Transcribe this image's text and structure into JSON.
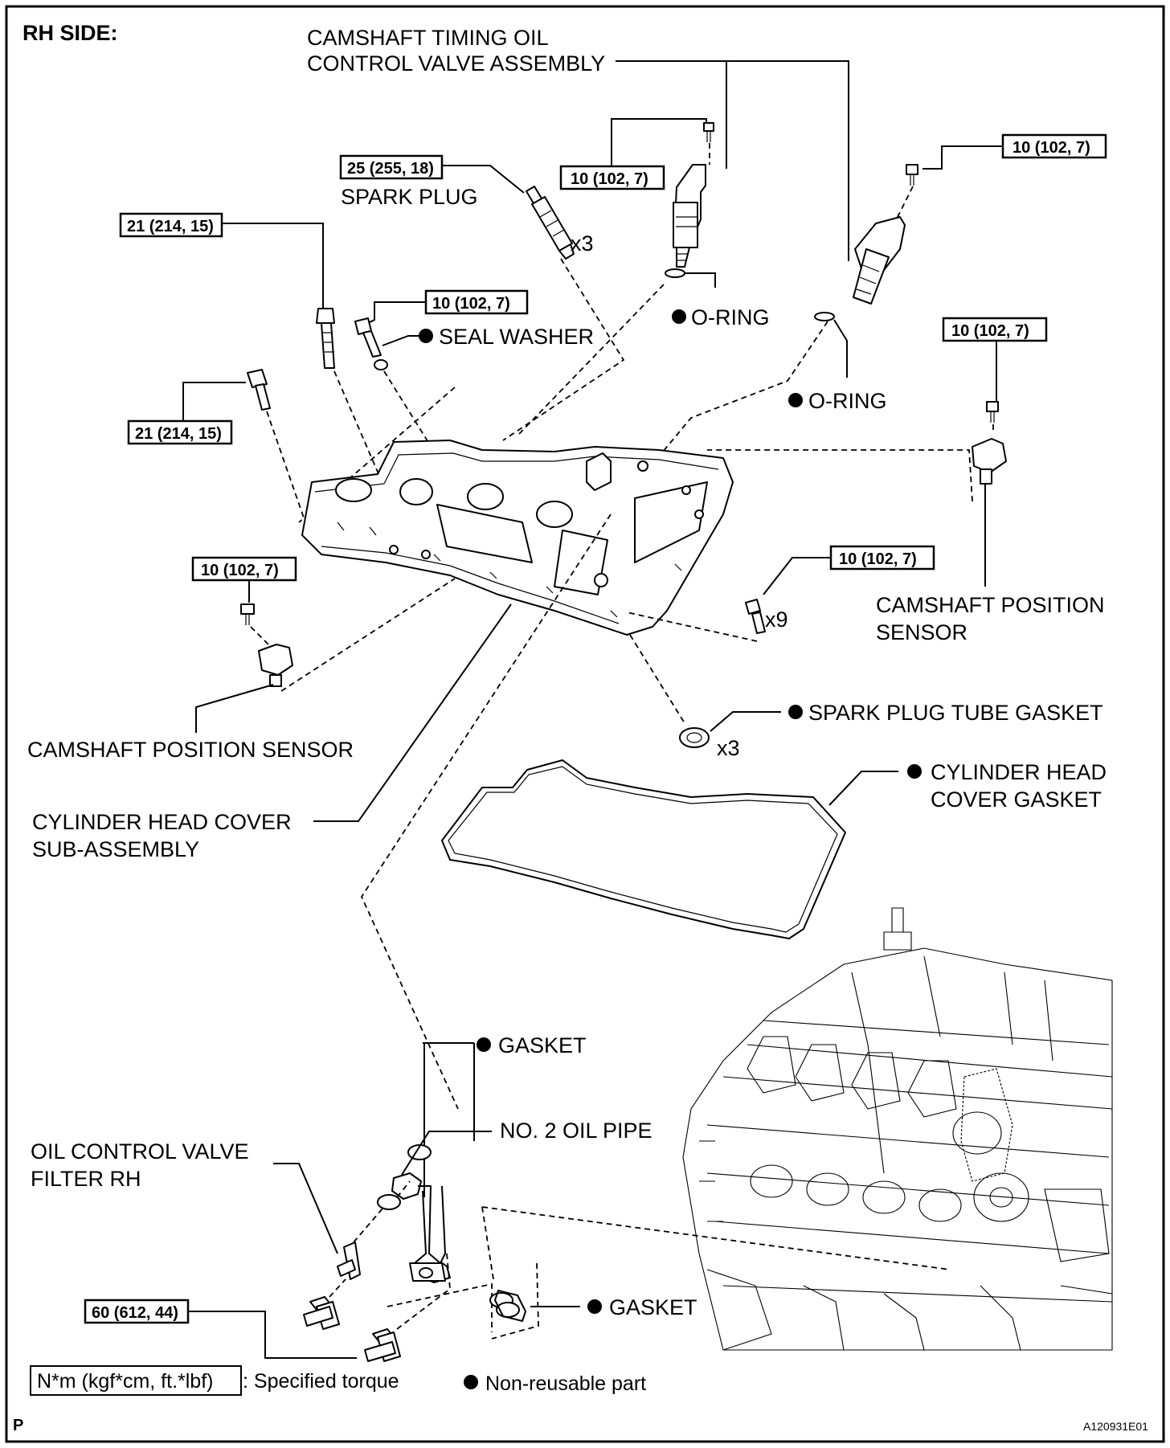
{
  "header": {
    "title": "RH SIDE:"
  },
  "labels": {
    "ocv_assembly": [
      "CAMSHAFT TIMING OIL",
      "CONTROL VALVE ASSEMBLY"
    ],
    "spark_plug": "SPARK PLUG",
    "seal_washer": "SEAL WASHER",
    "o_ring_1": "O-RING",
    "o_ring_2": "O-RING",
    "cam_sensor_right": [
      "CAMSHAFT POSITION",
      "SENSOR"
    ],
    "cam_sensor_left": "CAMSHAFT POSITION SENSOR",
    "spark_plug_tube_gasket": "SPARK PLUG TUBE GASKET",
    "cyl_head_cover_gasket": [
      "CYLINDER HEAD",
      "COVER GASKET"
    ],
    "cyl_head_cover": [
      "CYLINDER HEAD COVER",
      "SUB-ASSEMBLY"
    ],
    "gasket_top": "GASKET",
    "no2_oil_pipe": "NO. 2 OIL PIPE",
    "ocv_filter": [
      "OIL CONTROL VALVE",
      "FILTER RH"
    ],
    "gasket_bottom": "GASKET"
  },
  "quantities": {
    "spark_plug": "x3",
    "bolts": "x9",
    "tube_gasket": "x3"
  },
  "torque": {
    "ocv_bolt_left": "10 (102, 7)",
    "ocv_bolt_right": "10 (102, 7)",
    "spark_plug": "25 (255, 18)",
    "stud_bolt_top": "21 (214, 15)",
    "stud_bolt_left": "21 (214, 15)",
    "seal_washer_bolt": "10 (102, 7)",
    "cam_sensor_right_bolt": "10 (102, 7)",
    "cam_sensor_left_bolt": "10 (102, 7)",
    "cover_bolts": "10 (102, 7)",
    "union_bolts": "60 (612, 44)"
  },
  "legend": {
    "torque_unit": "N*m (kgf*cm, ft.*lbf)",
    "torque_desc": ": Specified torque",
    "nonreusable": "Non-reusable part"
  },
  "footer": {
    "letter": "P",
    "code": "A120931E01"
  }
}
